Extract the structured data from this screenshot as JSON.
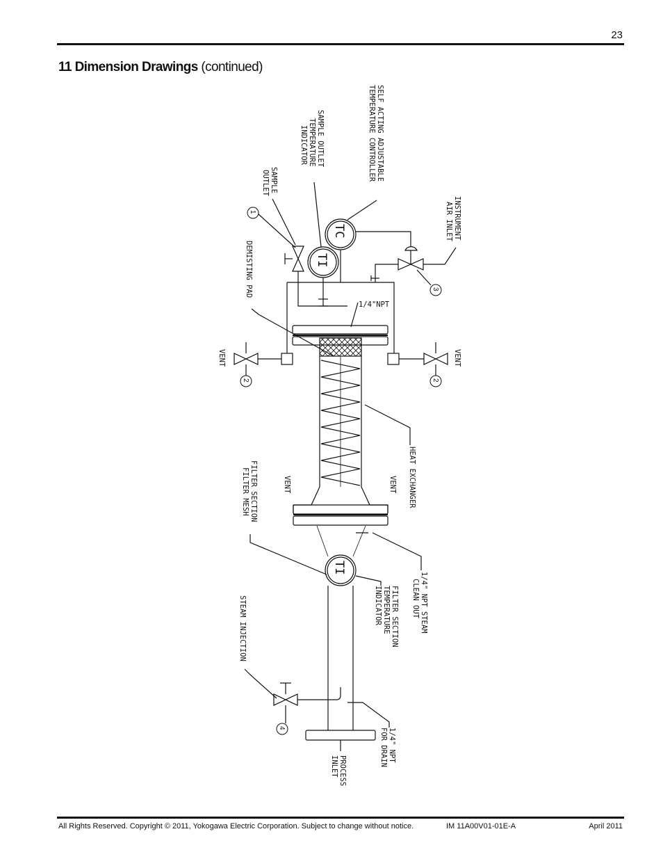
{
  "header": {
    "page_number": "23"
  },
  "section": {
    "title_bold": "11 Dimension Drawings",
    "title_rest": " (continued)"
  },
  "diagram": {
    "labels": {
      "self_acting": [
        "SELF ACTING ADJUSTABLE",
        "TEMPERATURE CONTROLLER"
      ],
      "sample_outlet_ti": [
        "SAMPLE OUTLET",
        "TEMPERATURE",
        "INDICATOR"
      ],
      "sample_outlet": [
        "SAMPLE",
        "OUTLET"
      ],
      "instrument_air": [
        "INSTRUMENT",
        "AIR INLET"
      ],
      "demisting_pad": "DEMISTING PAD",
      "npt_quarter": "1/4\"NPT",
      "vent": "VENT",
      "heat_exchanger": "HEAT EXCHANGER",
      "filter": [
        "FILTER SECTION",
        "FILTER MESH"
      ],
      "npt_steam": [
        "1/4\" NPT STEAM",
        "CLEAN OUT"
      ],
      "filter_ti": [
        "FILTER SECTION",
        "TEMPERATURE",
        "INDICATOR"
      ],
      "steam_injection": "STEAM INJECTION",
      "npt_drain": [
        "1/4\" NPT",
        "FOR DRAIN"
      ],
      "process_inlet": [
        "PROCESS",
        "INLET"
      ]
    },
    "instruments": {
      "tc": "TC",
      "ti": "TI"
    },
    "callouts": [
      "1",
      "2",
      "3",
      "4"
    ]
  },
  "footer": {
    "copyright": "All Rights Reserved. Copyright © 2011, Yokogawa Electric Corporation. Subject to change without notice.",
    "doc_number": "IM 11A00V01-01E-A",
    "date": "April 2011"
  }
}
